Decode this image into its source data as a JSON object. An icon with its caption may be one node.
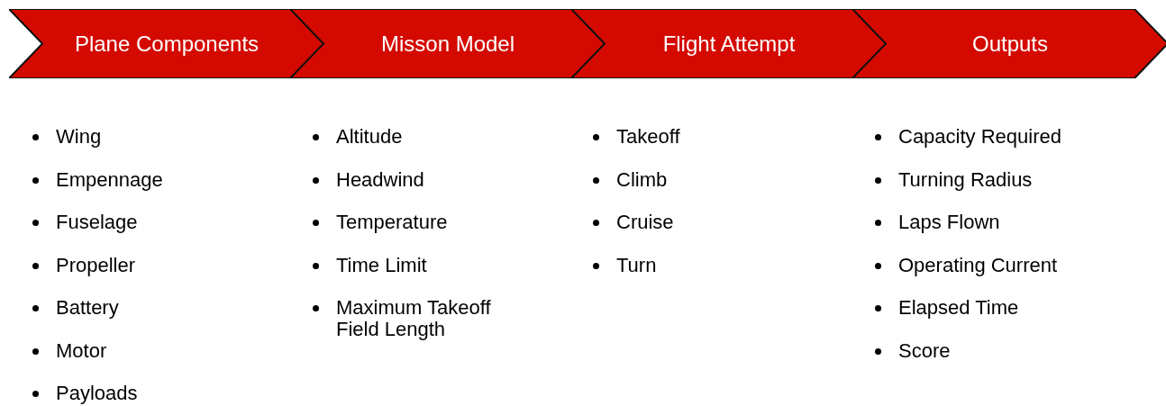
{
  "diagram": {
    "nodes": [
      {
        "text": [
          "Plane Components"
        ],
        "beside": [
          "Wing",
          "Empennage",
          "Fuselage",
          "Propeller",
          "Battery",
          "Motor",
          "Payloads"
        ]
      },
      {
        "text": [
          "Misson Model"
        ],
        "beside": [
          "Altitude",
          "Headwind",
          "Temperature",
          "Time Limit",
          "Maximum Takeoff Field Length"
        ]
      },
      {
        "text": [
          "Flight Attempt"
        ],
        "beside": [
          "Takeoff",
          "Climb",
          "Cruise",
          "Turn"
        ]
      },
      {
        "text": [
          "Outputs"
        ],
        "beside": [
          "Capacity Required",
          "Turning Radius",
          "Laps Flown",
          "Operating Current",
          "Elapsed Time",
          "Score"
        ]
      }
    ]
  }
}
